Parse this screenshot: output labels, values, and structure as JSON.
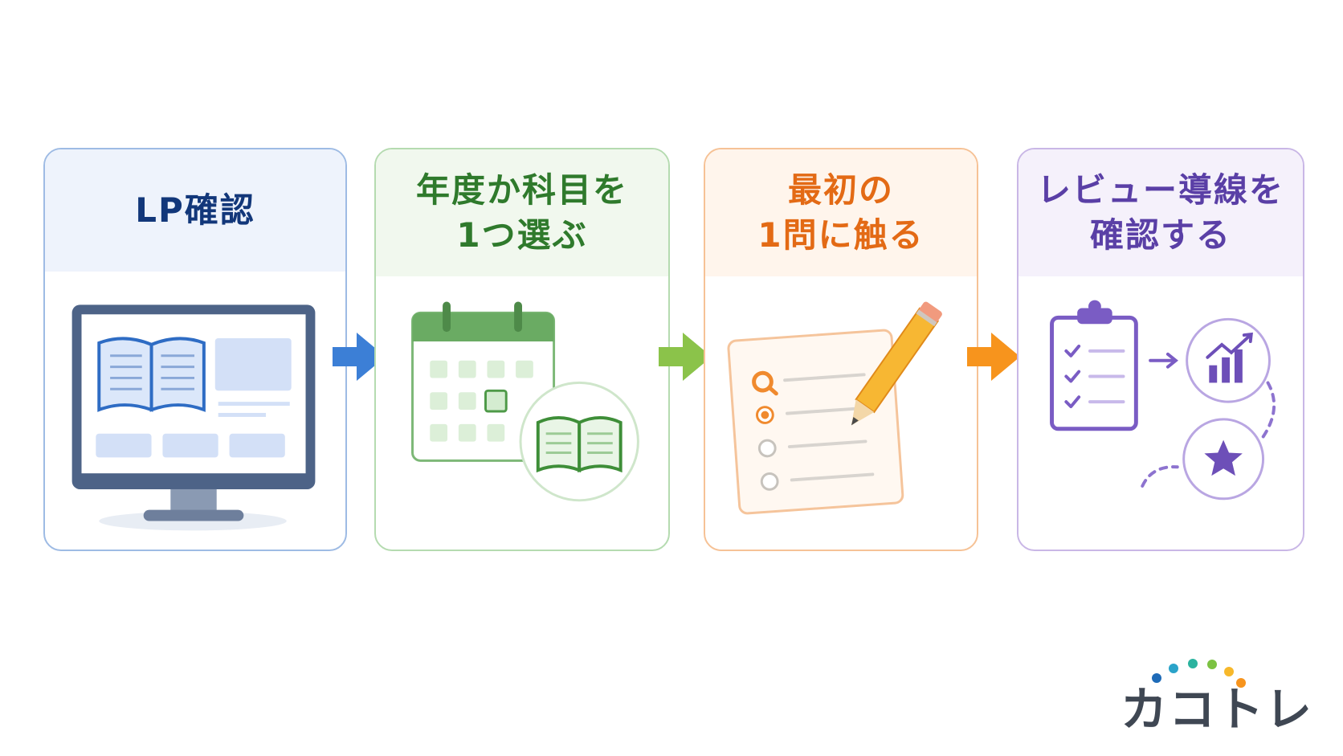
{
  "steps": [
    {
      "title_lines": [
        "LP確認"
      ],
      "color": "#12377a",
      "border": "#9ebbe4",
      "header_bg": "#eef3fc"
    },
    {
      "title_lines": [
        "年度か科目を",
        "1つ選ぶ"
      ],
      "color": "#2f7a2c",
      "border": "#b5dbb0",
      "header_bg": "#f1f8ee"
    },
    {
      "title_lines": [
        "最初の",
        "1問に触る"
      ],
      "color": "#e36a15",
      "border": "#f6c296",
      "header_bg": "#fff5ec"
    },
    {
      "title_lines": [
        "レビュー導線を",
        "確認する"
      ],
      "color": "#5a3fa6",
      "border": "#c9b7e6",
      "header_bg": "#f5f1fb"
    }
  ],
  "arrows": [
    {
      "color": "#3c7fd6"
    },
    {
      "color": "#8bc34a"
    },
    {
      "color": "#f7941d"
    }
  ],
  "brand": {
    "name": "カコトレ",
    "dot_colors": [
      "#1e6bb8",
      "#2aa3c9",
      "#2bb39f",
      "#7cc242",
      "#f7b82a",
      "#f7941d"
    ]
  },
  "icons": [
    "monitor-book-icon",
    "calendar-book-icon",
    "checklist-pencil-icon",
    "clipboard-chart-star-icon"
  ]
}
